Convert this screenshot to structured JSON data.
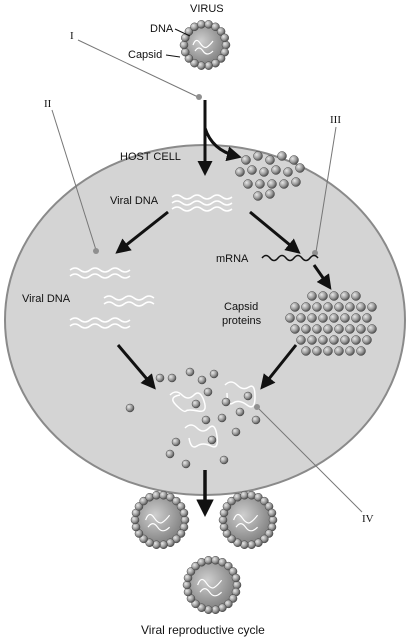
{
  "diagram": {
    "title": "Viral reproductive cycle",
    "labels": {
      "virus": "VIRUS",
      "dna": "DNA",
      "capsid": "Capsid",
      "host_cell": "HOST CELL",
      "viral_dna_top": "Viral DNA",
      "viral_dna_left": "Viral DNA",
      "mrna": "mRNA",
      "capsid_proteins_1": "Capsid",
      "capsid_proteins_2": "proteins"
    },
    "markers": {
      "I": "I",
      "II": "II",
      "III": "III",
      "IV": "IV"
    },
    "colors": {
      "cell_fill": "#d4d4d4",
      "cell_stroke": "#8a8a8a",
      "arrow": "#111111",
      "protein": "#8f8f8f",
      "dna_strand": "#ffffff",
      "virus_core": "#9a9a9a"
    }
  }
}
